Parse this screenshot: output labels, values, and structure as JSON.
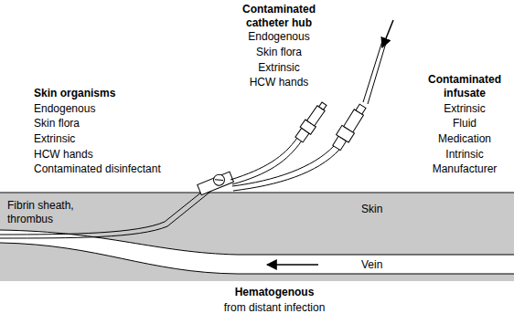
{
  "diagram": {
    "labels": [
      "Contaminated catheter hub",
      "Endogenous",
      "Skin flora",
      "Extrinsic",
      "HCW hands",
      "Skin organisms",
      "Endogenous",
      "Skin flora",
      "Extrinsic",
      "HCW hands",
      "Contaminated disinfectant",
      "Contaminated infusate",
      "Extrinsic",
      "Fluid",
      "Medication",
      "Intrinsic",
      "Manufacturer",
      "Fibrin sheath, thrombus",
      "Skin",
      "Vein",
      "Hematogenous",
      "from distant infection"
    ]
  }
}
